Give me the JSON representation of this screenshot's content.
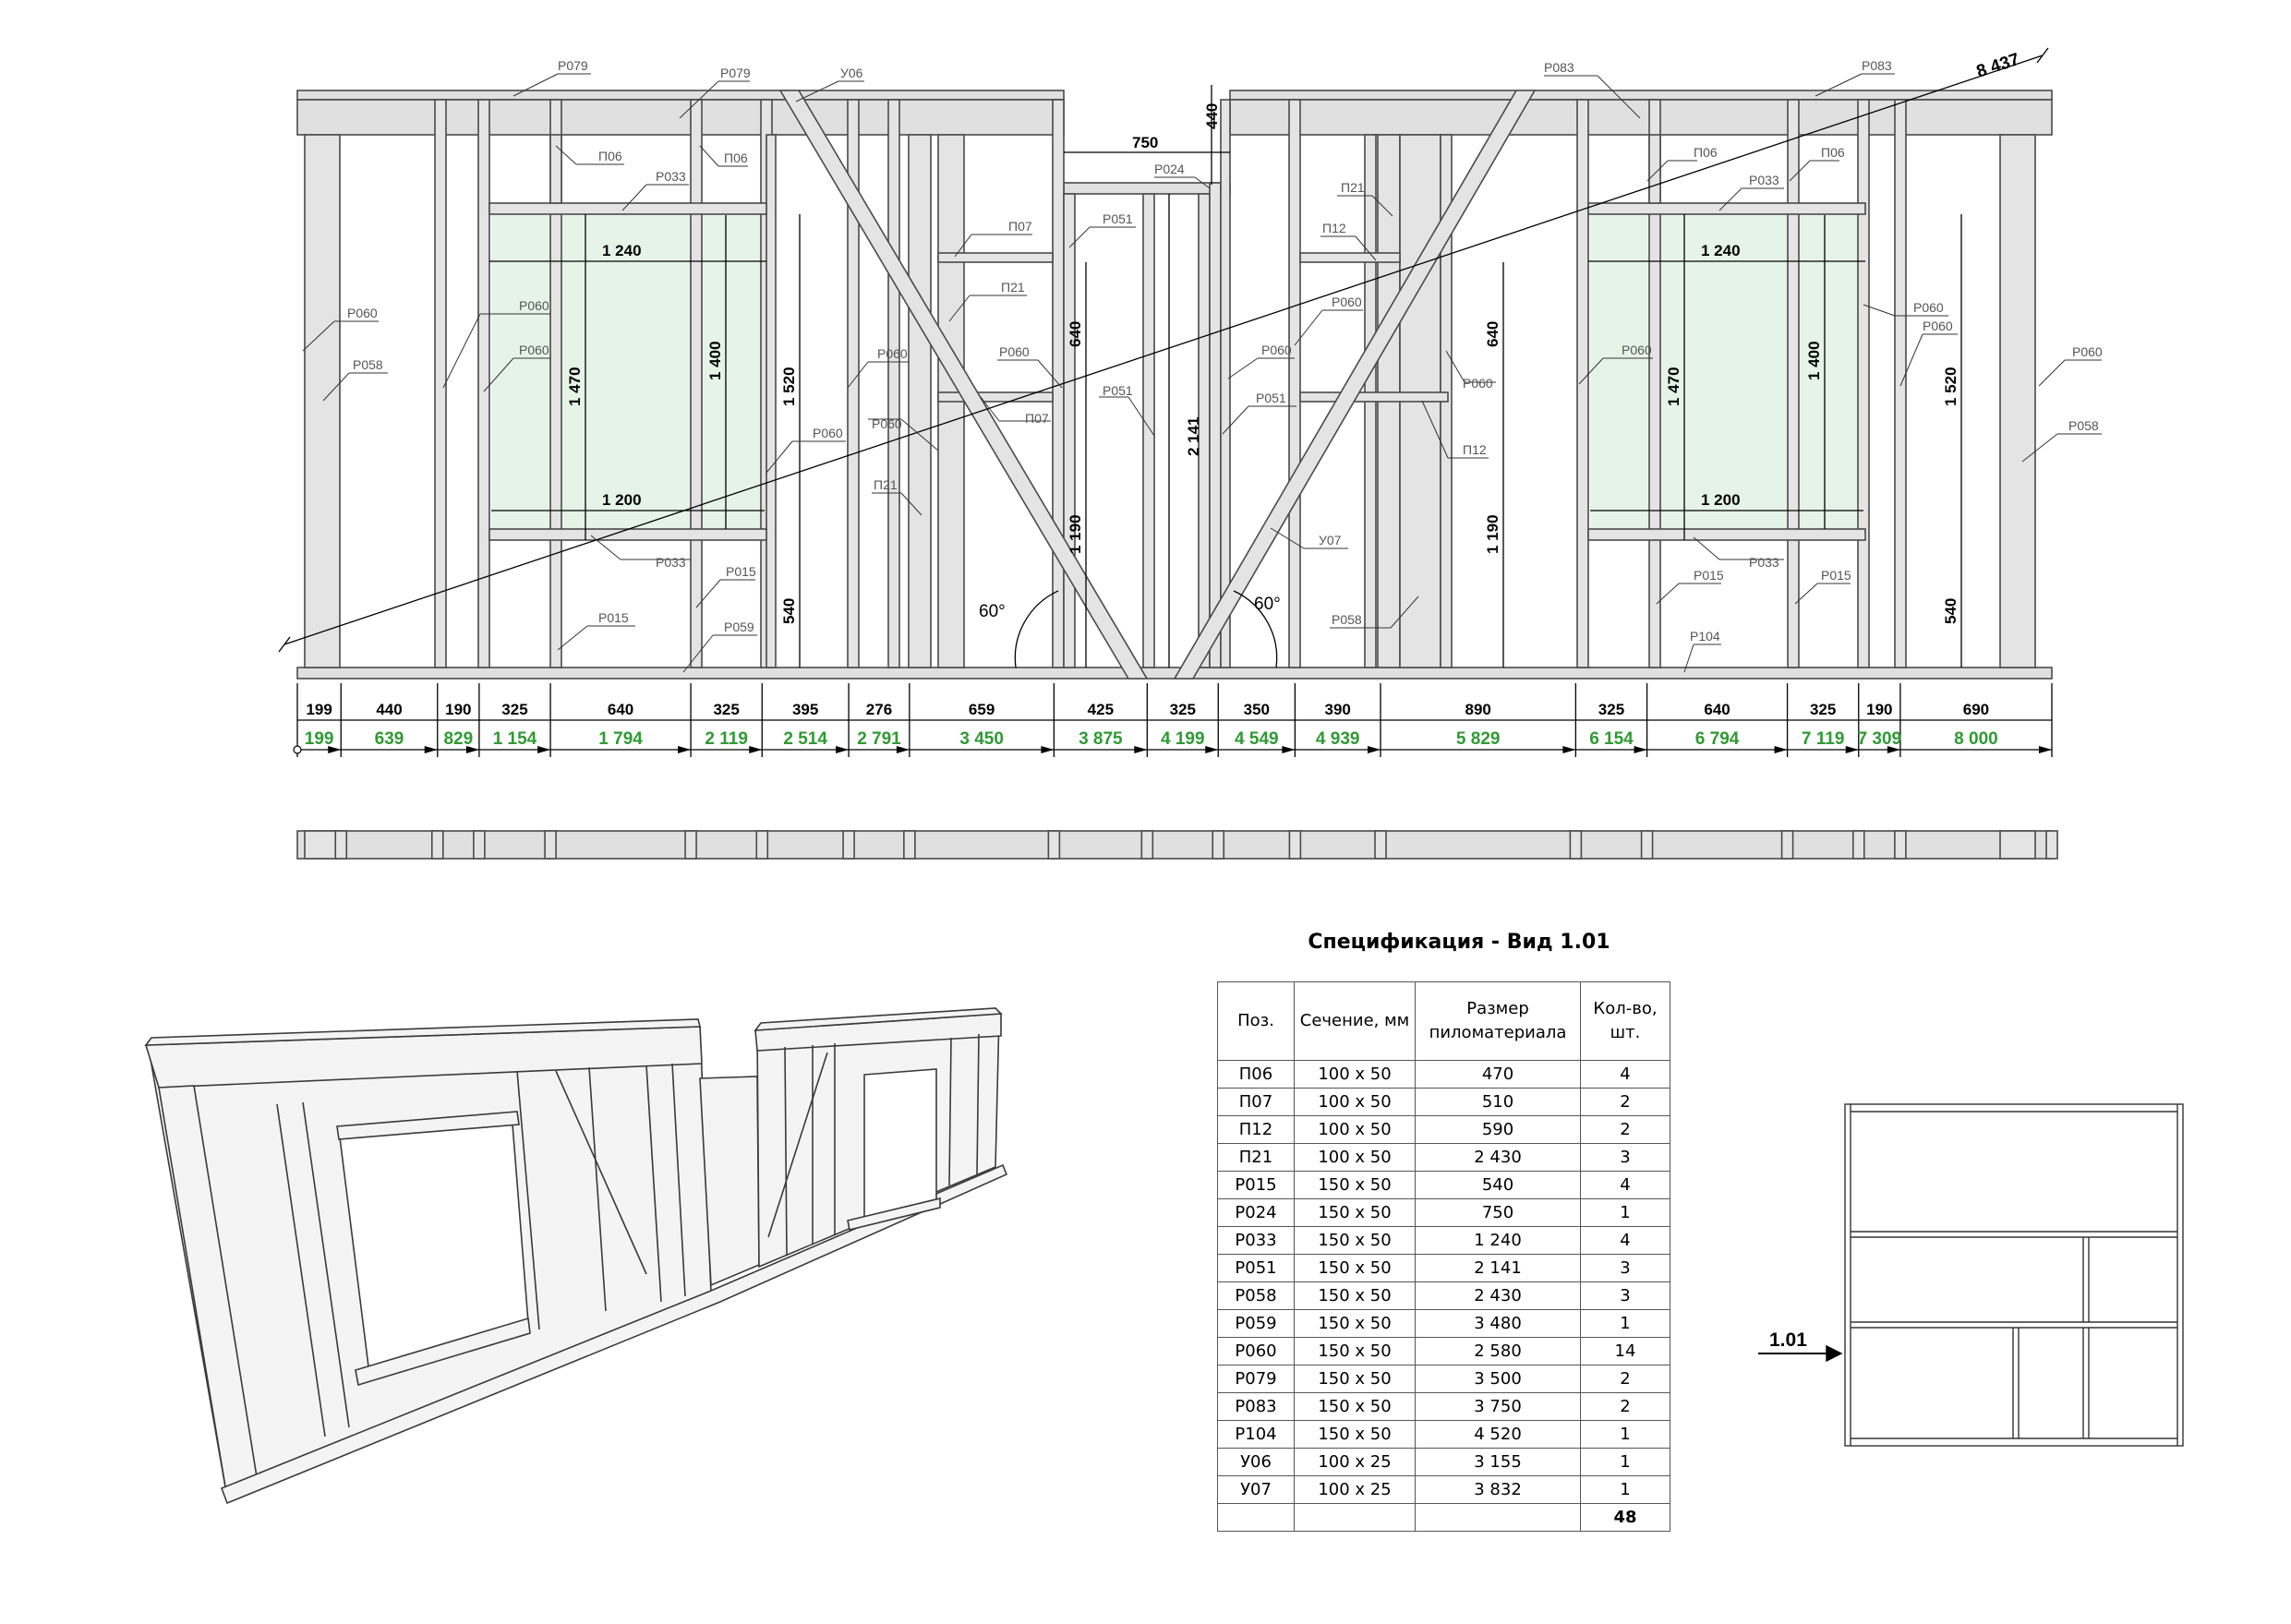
{
  "labels": {
    "p079a": "Р079",
    "p079b": "Р079",
    "u06": "У06",
    "p083a": "Р083",
    "p083b": "Р083",
    "p06a": "П06",
    "p06b": "П06",
    "p06c": "П06",
    "p06d": "П06",
    "p033a": "Р033",
    "p033b": "Р033",
    "p033c": "Р033",
    "p033d": "Р033",
    "p024": "Р024",
    "p07a": "П07",
    "p07b": "П07",
    "p051a": "Р051",
    "p051b": "Р051",
    "p051c": "Р051",
    "p21a": "П21",
    "p21b": "П21",
    "p21c": "П21",
    "p12a": "П12",
    "p12b": "П12",
    "p060_1": "Р060",
    "p060_2": "Р060",
    "p060_3": "Р060",
    "p060_4": "Р060",
    "p060_5": "Р060",
    "p060_6": "Р060",
    "p060_7": "Р060",
    "p060_8": "Р060",
    "p060_9": "Р060",
    "p060_10": "Р060",
    "p060_11": "Р060",
    "p060_12": "Р060",
    "p060_13": "Р060",
    "p060_14": "Р060",
    "p058a": "Р058",
    "p058b": "Р058",
    "p058c": "Р058",
    "p015a": "Р015",
    "p015b": "Р015",
    "p015c": "Р015",
    "p015d": "Р015",
    "p059": "Р059",
    "p104": "Р104",
    "u07": "У07"
  },
  "dims": {
    "diag": "8 437",
    "d440": "440",
    "d750": "750",
    "w1240a": "1 240",
    "w1200a": "1 200",
    "w1240b": "1 240",
    "w1200b": "1 200",
    "h1470a": "1 470",
    "h1400a": "1 400",
    "h1520a": "1 520",
    "h540a": "540",
    "h640a": "640",
    "h1190a": "1 190",
    "h2141": "2 141",
    "h640b": "640",
    "h1190b": "1 190",
    "h1470b": "1 470",
    "h1400b": "1 400",
    "h1520b": "1 520",
    "h540b": "540",
    "ang1": "60°",
    "ang2": "60°"
  },
  "segments": [
    "199",
    "440",
    "190",
    "325",
    "640",
    "325",
    "395",
    "276",
    "659",
    "425",
    "325",
    "350",
    "390",
    "890",
    "325",
    "640",
    "325",
    "190",
    "690"
  ],
  "cumulative": [
    "199",
    "639",
    "829",
    "1 154",
    "1 794",
    "2 119",
    "2 514",
    "2 791",
    "3 450",
    "3 875",
    "4 199",
    "4 549",
    "4 939",
    "5 829",
    "6 154",
    "6 794",
    "7 119",
    "7 309",
    "8 000"
  ],
  "view_marker": "1.01",
  "spec": {
    "title": "Спецификация - Вид 1.01",
    "headers": [
      "Поз.",
      "Сечение, мм",
      "Размер пиломатериала",
      "Кол-во, шт."
    ],
    "rows": [
      [
        "П06",
        "100 x 50",
        "470",
        "4"
      ],
      [
        "П07",
        "100 x 50",
        "510",
        "2"
      ],
      [
        "П12",
        "100 x 50",
        "590",
        "2"
      ],
      [
        "П21",
        "100 x 50",
        "2 430",
        "3"
      ],
      [
        "Р015",
        "150 x 50",
        "540",
        "4"
      ],
      [
        "Р024",
        "150 x 50",
        "750",
        "1"
      ],
      [
        "Р033",
        "150 x 50",
        "1 240",
        "4"
      ],
      [
        "Р051",
        "150 x 50",
        "2 141",
        "3"
      ],
      [
        "Р058",
        "150 x 50",
        "2 430",
        "3"
      ],
      [
        "Р059",
        "150 x 50",
        "3 480",
        "1"
      ],
      [
        "Р060",
        "150 x 50",
        "2 580",
        "14"
      ],
      [
        "Р079",
        "150 x 50",
        "3 500",
        "2"
      ],
      [
        "Р083",
        "150 x 50",
        "3 750",
        "2"
      ],
      [
        "Р104",
        "150 x 50",
        "4 520",
        "1"
      ],
      [
        "У06",
        "100 x 25",
        "3 155",
        "1"
      ],
      [
        "У07",
        "100 x 25",
        "3 832",
        "1"
      ]
    ],
    "total": "48"
  }
}
